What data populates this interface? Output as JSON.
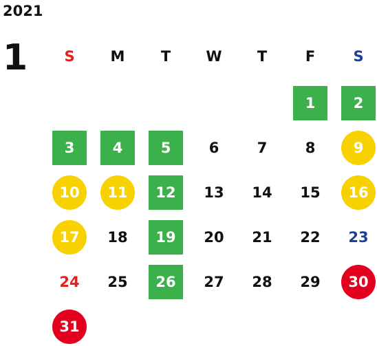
{
  "year": "2021",
  "month": "1",
  "colors": {
    "green": "#3cb04a",
    "yellow": "#f7d200",
    "red": "#e3001f",
    "sunday_text": "#e4201a",
    "saturday_text": "#1d3f99",
    "default_text": "#111111"
  },
  "weekdays": [
    {
      "label": "S",
      "color": "#e4201a"
    },
    {
      "label": "M",
      "color": "#111111"
    },
    {
      "label": "T",
      "color": "#111111"
    },
    {
      "label": "W",
      "color": "#111111"
    },
    {
      "label": "T",
      "color": "#111111"
    },
    {
      "label": "F",
      "color": "#111111"
    },
    {
      "label": "S",
      "color": "#1d3f99"
    }
  ],
  "weeks": [
    [
      null,
      null,
      null,
      null,
      null,
      {
        "day": "1",
        "style": "green"
      },
      {
        "day": "2",
        "style": "green"
      }
    ],
    [
      {
        "day": "3",
        "style": "green"
      },
      {
        "day": "4",
        "style": "green"
      },
      {
        "day": "5",
        "style": "green"
      },
      {
        "day": "6",
        "style": "plain"
      },
      {
        "day": "7",
        "style": "plain"
      },
      {
        "day": "8",
        "style": "plain"
      },
      {
        "day": "9",
        "style": "yellow"
      }
    ],
    [
      {
        "day": "10",
        "style": "yellow"
      },
      {
        "day": "11",
        "style": "yellow"
      },
      {
        "day": "12",
        "style": "green"
      },
      {
        "day": "13",
        "style": "plain"
      },
      {
        "day": "14",
        "style": "plain"
      },
      {
        "day": "15",
        "style": "plain"
      },
      {
        "day": "16",
        "style": "yellow"
      }
    ],
    [
      {
        "day": "17",
        "style": "yellow"
      },
      {
        "day": "18",
        "style": "plain"
      },
      {
        "day": "19",
        "style": "green"
      },
      {
        "day": "20",
        "style": "plain"
      },
      {
        "day": "21",
        "style": "plain"
      },
      {
        "day": "22",
        "style": "plain"
      },
      {
        "day": "23",
        "style": "sat-text"
      }
    ],
    [
      {
        "day": "24",
        "style": "sun-text"
      },
      {
        "day": "25",
        "style": "plain"
      },
      {
        "day": "26",
        "style": "green"
      },
      {
        "day": "27",
        "style": "plain"
      },
      {
        "day": "28",
        "style": "plain"
      },
      {
        "day": "29",
        "style": "plain"
      },
      {
        "day": "30",
        "style": "red"
      }
    ],
    [
      {
        "day": "31",
        "style": "red"
      },
      null,
      null,
      null,
      null,
      null,
      null
    ]
  ]
}
